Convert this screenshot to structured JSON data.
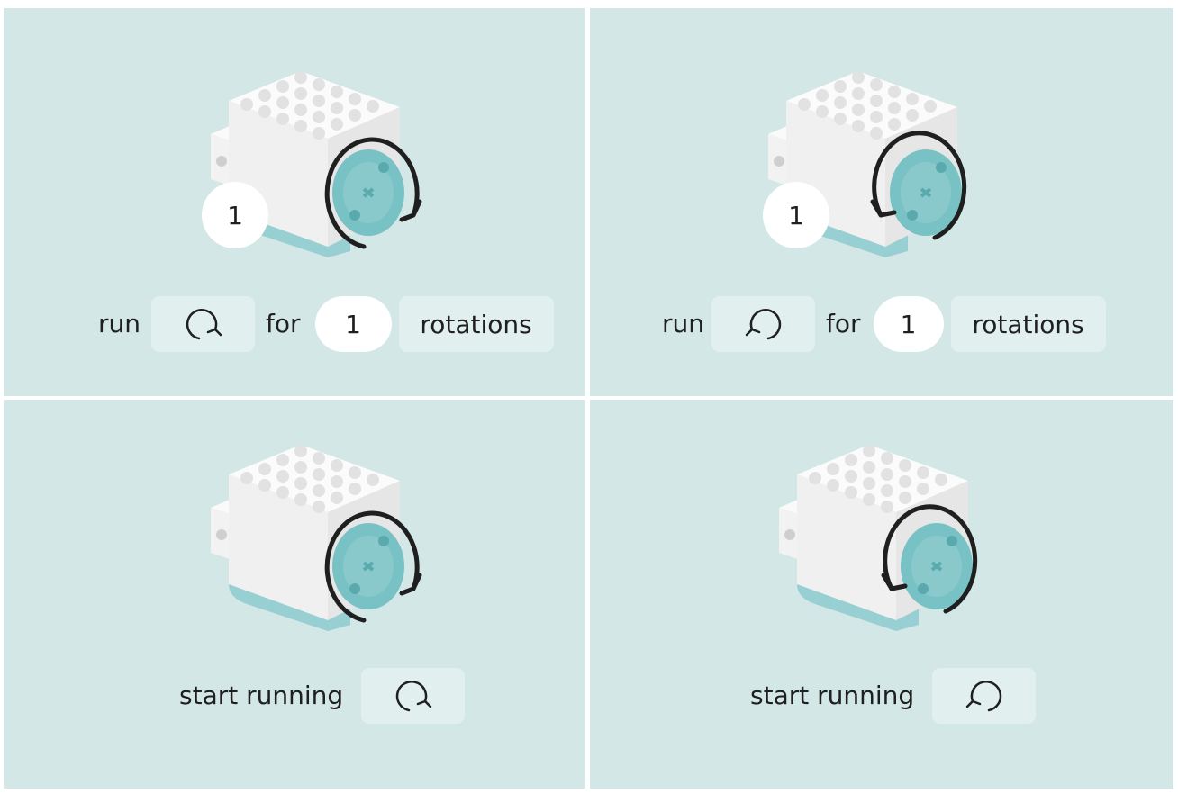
{
  "panels": [
    {
      "direction": "clockwise",
      "port_badge": "1",
      "block": {
        "run": "run",
        "direction_icon": "clockwise-arrow-icon",
        "for": "for",
        "value": "1",
        "unit": "rotations"
      }
    },
    {
      "direction": "counterclockwise",
      "port_badge": "1",
      "block": {
        "run": "run",
        "direction_icon": "counterclockwise-arrow-icon",
        "for": "for",
        "value": "1",
        "unit": "rotations"
      }
    },
    {
      "direction": "clockwise",
      "block": {
        "start": "start running",
        "direction_icon": "clockwise-arrow-icon"
      }
    },
    {
      "direction": "counterclockwise",
      "block": {
        "start": "start running",
        "direction_icon": "counterclockwise-arrow-icon"
      }
    }
  ],
  "colors": {
    "panel_bg": "#d3e7e7",
    "slot_bg": "#e1efef",
    "motor_teal": "#78c2c5",
    "arrow": "#1f1f1f"
  }
}
